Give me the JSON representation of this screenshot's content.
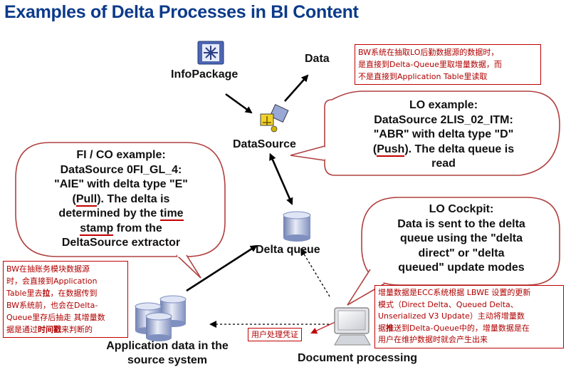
{
  "title": "Examples of Delta Processes in BI Content",
  "nodes": {
    "infopackage": "InfoPackage",
    "data": "Data",
    "datasource": "DataSource",
    "delta_queue": "Delta queue",
    "application_data_line1": "Application data in the",
    "application_data_line2": "source system",
    "document_processing": "Document processing"
  },
  "lo_example": {
    "line1": "LO example:",
    "line2": "DataSource 2LIS_02_ITM:",
    "line3": "\"ABR\" with delta type \"D\"",
    "line4_pre": "(",
    "line4_push": "Push",
    "line4_post": "). The delta queue is",
    "line5": "read"
  },
  "fico_example": {
    "line1": "FI / CO example:",
    "line2": "DataSource 0FI_GL_4:",
    "line3": "\"AIE\" with delta type \"E\"",
    "line4_pre": "(",
    "line4_pull": "Pull",
    "line4_post": "). The delta is",
    "line5_pre": "determined by the ",
    "line5_time": "time",
    "line6_stamp": "stamp",
    "line6_post": " from the",
    "line7": "DeltaSource extractor"
  },
  "lo_cockpit": {
    "line1": "LO Cockpit:",
    "line2": "Data is sent to the delta",
    "line3": "queue using the \"delta",
    "line4": "direct\" or \"delta",
    "line5": "queued\" update modes"
  },
  "notes": {
    "top_right_l1": "BW系统在抽取LO后勤数据源的数据时，",
    "top_right_l2": "是直接到Delta-Queue里取增量数据，而",
    "top_right_l3": "不是直接到Application Table里读取",
    "left_l1": "BW在抽账务模块数据源",
    "left_l2_a": "时，会直接到Application",
    "left_l3_a": "Table里去",
    "left_l3_b": "拉",
    "left_l3_c": "，在数据传到",
    "left_l4": "BW系统前，也会在Delta-",
    "left_l5": "Queue里存后抽走 其增量数",
    "left_l6_a": "据是通过",
    "left_l6_b": "时间戳",
    "left_l6_c": "来判断的",
    "voucher": "用户处理凭证",
    "bottom_right_l1": "增量数据是ECC系统根据 LBWE 设置的更新",
    "bottom_right_l2": "模式（Direct Delta、Queued Delta、",
    "bottom_right_l3": "Unserialized V3 Update）主动将增量数",
    "bottom_right_l4_a": "据",
    "bottom_right_l4_b": "推",
    "bottom_right_l4_c": "送到Delta-Queue中的，增量数据是在",
    "bottom_right_l5": "用户在维护数据时就会产生出来"
  },
  "icons": [
    "infopackage-icon",
    "datasource-icon",
    "delta-queue-icon",
    "database-icon",
    "computer-icon"
  ],
  "colors": {
    "title": "#0b3a8a",
    "note": "#b00000",
    "underline": "#c00000",
    "bubble_border": "#b04040"
  }
}
